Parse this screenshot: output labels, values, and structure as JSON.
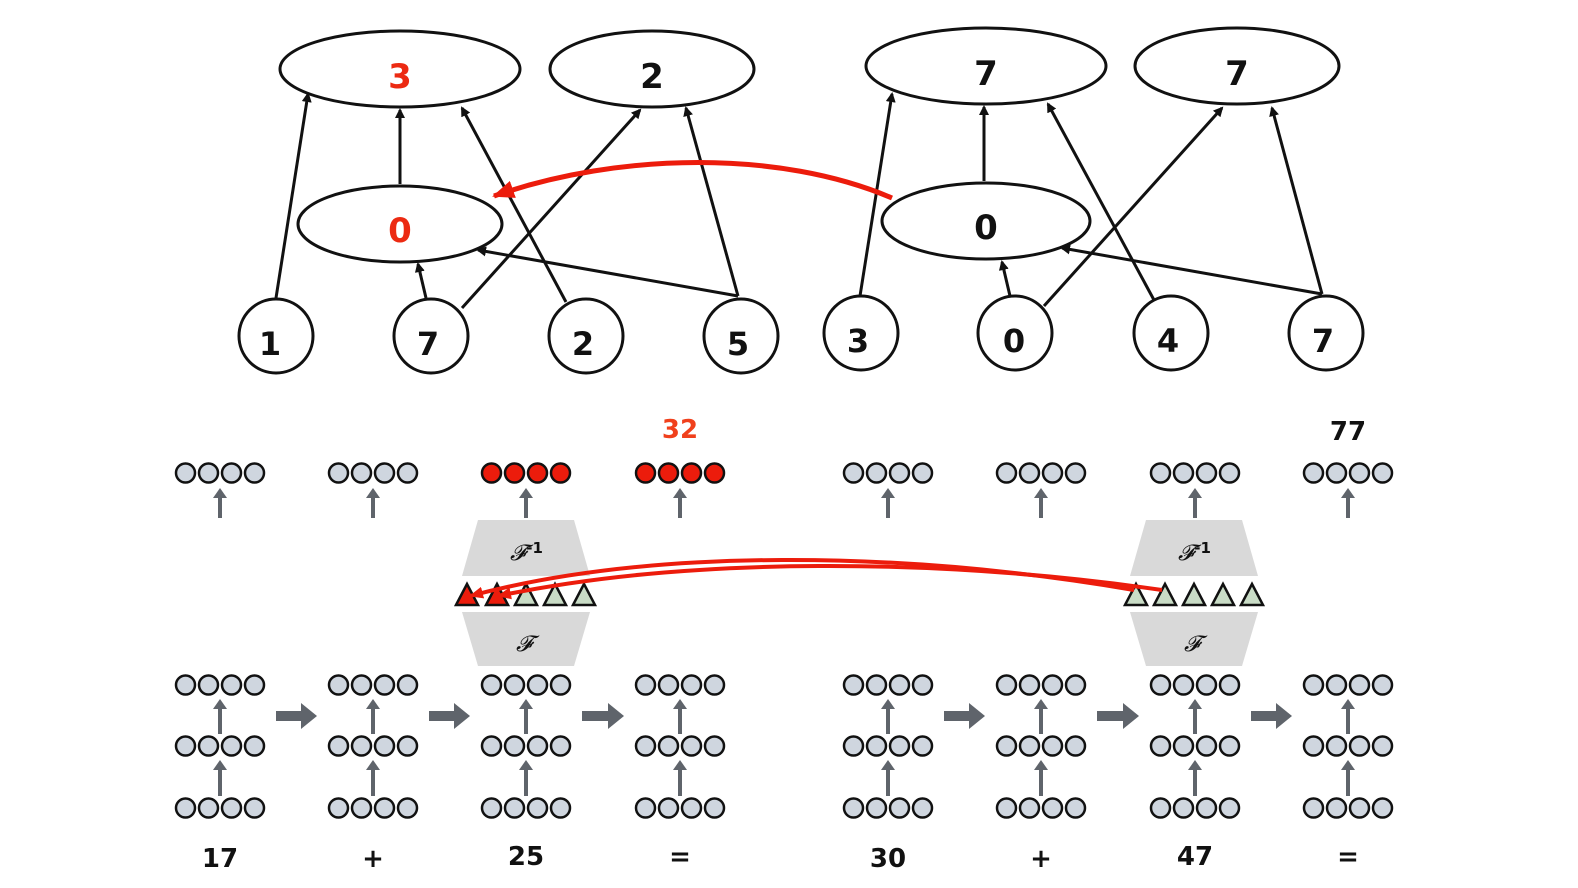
{
  "colors": {
    "highlight_red": "#ec1c0c",
    "hl_text_red": "#ec2a12",
    "result_red": "#f0401c",
    "black": "#111111",
    "neuron_fill": "#cfd6df",
    "arrow_gray": "#5f646b",
    "fourier_box": "#d9d9d9",
    "triangle_fill": "#c9dcc6"
  },
  "graph": {
    "left": {
      "inputs": [
        "1",
        "7",
        "2",
        "5"
      ],
      "middle": "0",
      "outputs": [
        "3",
        "2"
      ]
    },
    "right": {
      "inputs": [
        "3",
        "0",
        "4",
        "7"
      ],
      "middle": "0",
      "outputs": [
        "7",
        "7"
      ]
    }
  },
  "network": {
    "left": {
      "operands": [
        "17",
        "+",
        "25",
        "="
      ],
      "result": "32",
      "inverse_label": "𝓕",
      "inverse_sup": "-1",
      "forward_label": "𝓕"
    },
    "right": {
      "operands": [
        "30",
        "+",
        "47",
        "="
      ],
      "result": "77",
      "inverse_label": "𝓕",
      "inverse_sup": "-1",
      "forward_label": "𝓕"
    }
  }
}
